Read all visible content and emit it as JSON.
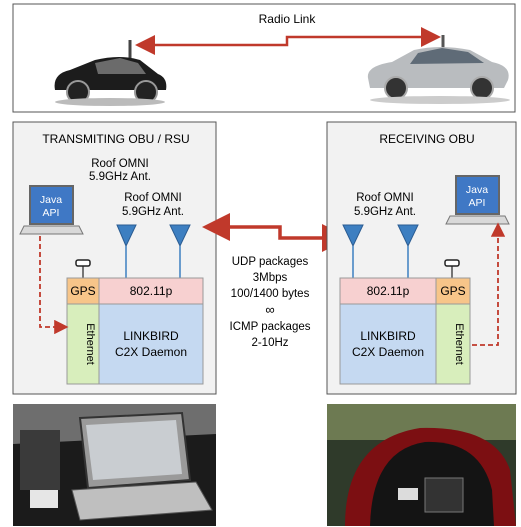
{
  "radio_link_label": "Radio Link",
  "transmitter": {
    "title": "TRANSMITING OBU / RSU",
    "antenna_label_top": [
      "Roof OMNI",
      "5.9GHz Ant."
    ],
    "antenna_label": [
      "Roof OMNI",
      "5.9GHz Ant."
    ],
    "api_label": [
      "Java",
      "API"
    ],
    "gps_label": "GPS",
    "radio_label": "802.11p",
    "ethernet_label": "Ethernet",
    "daemon_label": [
      "LINKBIRD",
      "C2X Daemon"
    ]
  },
  "receiver": {
    "title": "RECEIVING OBU",
    "antenna_label": [
      "Roof OMNI",
      "5.9GHz Ant."
    ],
    "api_label": [
      "Java",
      "API"
    ],
    "gps_label": "GPS",
    "radio_label": "802.11p",
    "ethernet_label": "Ethernet",
    "daemon_label": [
      "LINKBIRD",
      "C2X Daemon"
    ]
  },
  "traffic_lines": [
    "UDP packages",
    "3Mbps",
    "100/1400 bytes",
    "∞",
    "ICMP packages",
    "2-10Hz"
  ],
  "colors": {
    "link_arrow": "#c0392b",
    "gps_box": "#f7c589",
    "radio_box": "#f7d0d0",
    "ethernet_box": "#d8eebc",
    "daemon_box": "#c5d9f1",
    "antenna": "#3d7fc1",
    "laptop_screen": "#3f78c5",
    "panel_bg": "#f2f2f2"
  }
}
